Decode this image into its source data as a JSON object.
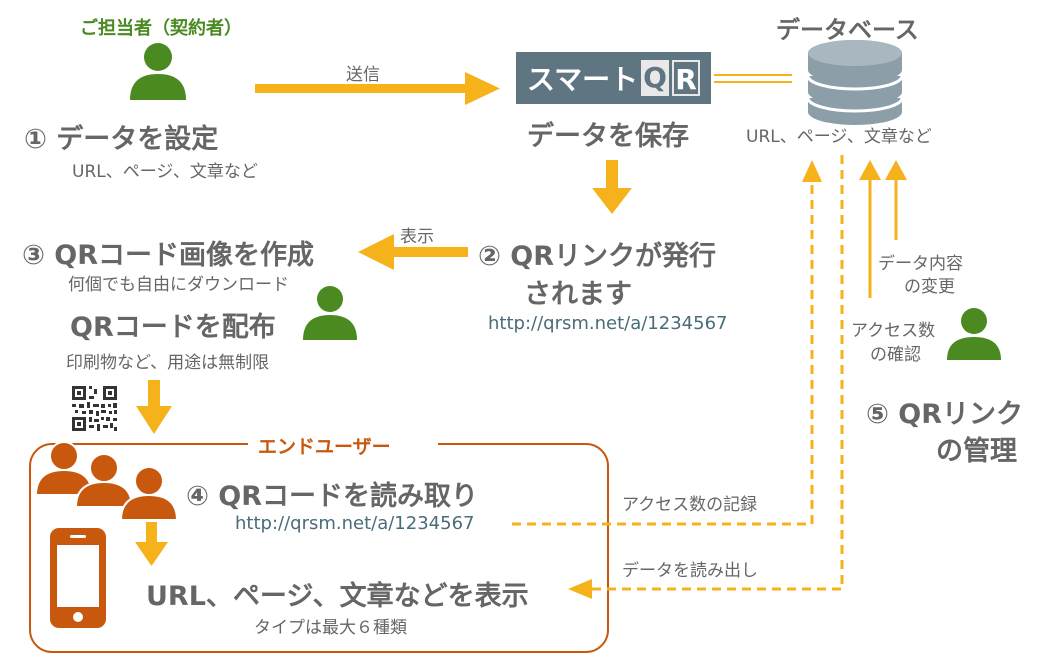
{
  "contractor": {
    "title": "ご担当者（契約者）"
  },
  "step1": {
    "title": "① データを設定",
    "sub": "URL、ページ、文章など"
  },
  "arrow_send": "送信",
  "logo": {
    "text": "スマート",
    "q": "Q",
    "r": "R"
  },
  "save": {
    "title": "データを保存"
  },
  "database": {
    "title": "データベース",
    "sub": "URL、ページ、文章など"
  },
  "step2": {
    "title_line1": "② QRリンクが発行",
    "title_line2": "されます",
    "url": "http://qrsm.net/a/1234567"
  },
  "arrow_show": "表示",
  "step3": {
    "title": "③ QRコード画像を作成",
    "sub": "何個でも自由にダウンロード"
  },
  "distribute": {
    "title": "QRコードを配布",
    "sub": "印刷物など、用途は無制限"
  },
  "change_data": {
    "line1": "データ内容",
    "line2": "の変更"
  },
  "access_check": {
    "line1": "アクセス数",
    "line2": "の確認"
  },
  "step5": {
    "line1": "⑤ QRリンク",
    "line2": "の管理"
  },
  "end_user": {
    "title": "エンドユーザー"
  },
  "step4": {
    "title": "④ QRコードを読み取り",
    "url": "http://qrsm.net/a/1234567"
  },
  "access_log": "アクセス数の記録",
  "read_data": "データを読み出し",
  "display": {
    "title": "URL、ページ、文章などを表示",
    "sub": "タイプは最大６種類"
  },
  "colors": {
    "arrow": "#f5b21b",
    "green": "#4a8a21",
    "orange": "#c9580f",
    "gray": "#666666"
  }
}
